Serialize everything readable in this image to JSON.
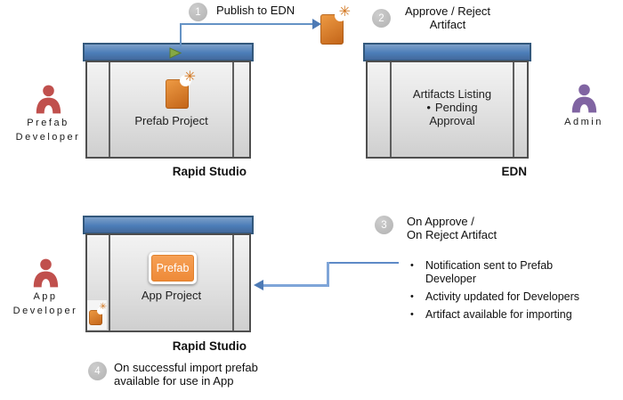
{
  "steps": {
    "s1": {
      "num": "1",
      "label": "Publish to EDN"
    },
    "s2": {
      "num": "2",
      "label": "Approve / Reject\nArtifact"
    },
    "s3": {
      "num": "3",
      "label": "On Approve /\nOn Reject Artifact"
    },
    "s4": {
      "num": "4",
      "label": "On successful import prefab\navailable for use in App"
    }
  },
  "actors": {
    "prefab_developer": {
      "name": "Prefab\nDeveloper"
    },
    "admin": {
      "name": "Admin"
    },
    "app_developer": {
      "name": "App\nDeveloper"
    }
  },
  "windows": {
    "studio_top": {
      "project": "Prefab Project",
      "caption": "Rapid Studio"
    },
    "edn": {
      "listing_title": "Artifacts Listing",
      "listing_item": "Pending Approval",
      "caption": "EDN"
    },
    "studio_bottom": {
      "chip": "Prefab",
      "project": "App Project",
      "caption": "Rapid Studio"
    }
  },
  "notes": {
    "bullet": "•",
    "items": [
      "Notification sent to Prefab Developer",
      "Activity updated for Developers",
      "Artifact available for importing"
    ]
  },
  "icons": {
    "star_glyph": "✳",
    "play": "play-triangle",
    "person": "person-silhouette"
  },
  "colors": {
    "titlebar_blue": "#4C7DB8",
    "titlebar_border": "#33587C",
    "window_border": "#4F4F4F",
    "actor_red": "#C0504D",
    "actor_purple": "#8064A2",
    "artifact_orange": "#D77B28",
    "chip_orange": "#EE8A38",
    "play_green": "#85A844",
    "arrow_blue": "#6593C5",
    "badge_gray": "#BDBDBD"
  }
}
